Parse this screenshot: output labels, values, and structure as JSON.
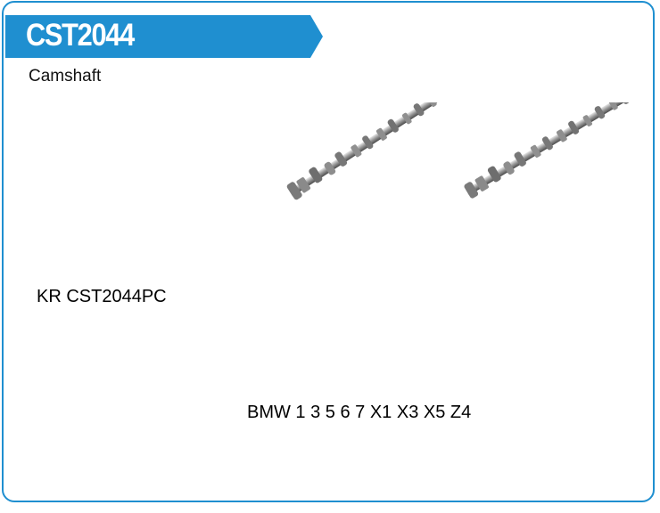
{
  "header": {
    "code": "CST2044",
    "accent_color": "#1f8fd0"
  },
  "product": {
    "type": "Camshaft",
    "reference": "KR CST2044PC",
    "applications": "BMW 1 3 5 6 7 X1 X3 X5 Z4",
    "image_icon": "camshaft-pair-image"
  }
}
